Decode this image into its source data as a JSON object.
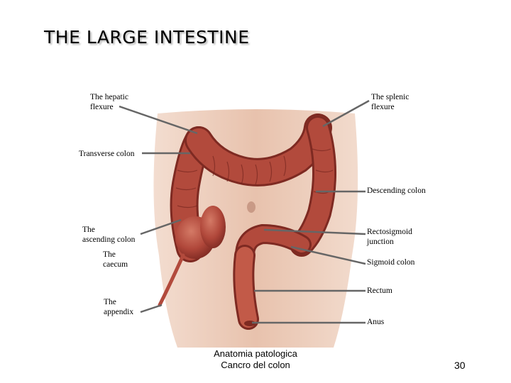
{
  "slide": {
    "title": "THE LARGE INTESTINE",
    "footer_line1": "Anatomia patologica",
    "footer_line2": "Cancro del colon",
    "page_number": "30"
  },
  "labels": {
    "hepatic_flexure": "The hepatic\nflexure",
    "splenic_flexure": "The splenic\nflexure",
    "transverse_colon": "Transverse colon",
    "descending_colon": "Descending colon",
    "ascending_colon": "The\nascending colon",
    "caecum": "The\ncaecum",
    "appendix": "The\nappendix",
    "rectosigmoid_junction": "Rectosigmoid\njunction",
    "sigmoid_colon": "Sigmoid colon",
    "rectum": "Rectum",
    "anus": "Anus"
  },
  "colors": {
    "skin": "#e9c7b3",
    "colon": "#b24a3c",
    "colon_shadow": "#7e2a22",
    "leader_line": "#666666"
  }
}
